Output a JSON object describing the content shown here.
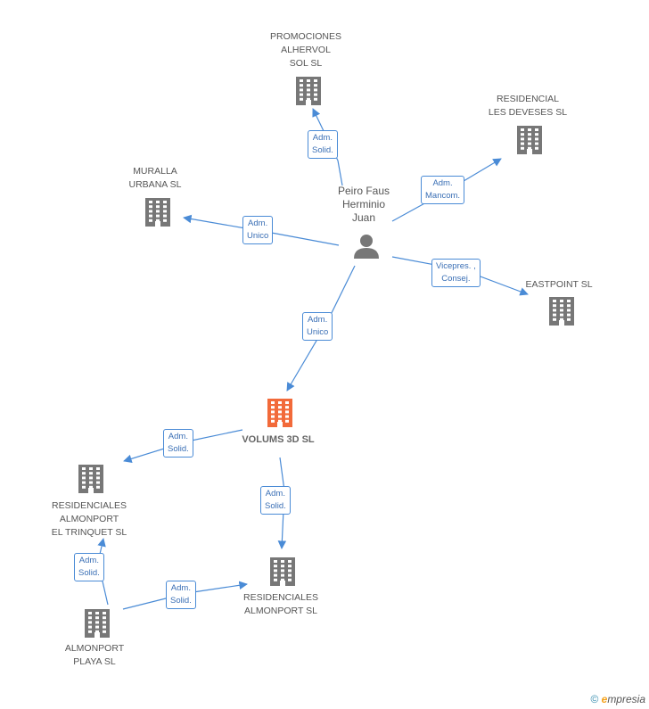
{
  "colors": {
    "edge": "#4a8bd6",
    "building": "#777777",
    "building_focus": "#f26a3a",
    "person": "#777777"
  },
  "nodes": {
    "promociones": "PROMOCIONES\nALHERVOL\nSOL SL",
    "residencial_deveses": "RESIDENCIAL\nLES DEVESES SL",
    "muralla": "MURALLA\nURBANA  SL",
    "person": "Peiro Faus\nHerminio\nJuan",
    "eastpoint": "EASTPOINT SL",
    "volums": "VOLUMS 3D SL",
    "res_trinquet": "RESIDENCIALES\nALMONPORT\nEL TRINQUET SL",
    "res_almonport": "RESIDENCIALES\nALMONPORT SL",
    "almonport_playa": "ALMONPORT\nPLAYA  SL"
  },
  "edges": {
    "e1": "Adm.\nSolid.",
    "e2": "Adm.\nMancom.",
    "e3": "Adm.\nUnico",
    "e4": "Vicepres. ,\nConsej.",
    "e5": "Adm.\nUnico",
    "e6": "Adm.\nSolid.",
    "e7": "Adm.\nSolid.",
    "e8": "Adm.\nSolid.",
    "e9": "Adm.\nSolid."
  },
  "footer": {
    "copyright": "©",
    "brand_e": "e",
    "brand_rest": "mpresia"
  }
}
